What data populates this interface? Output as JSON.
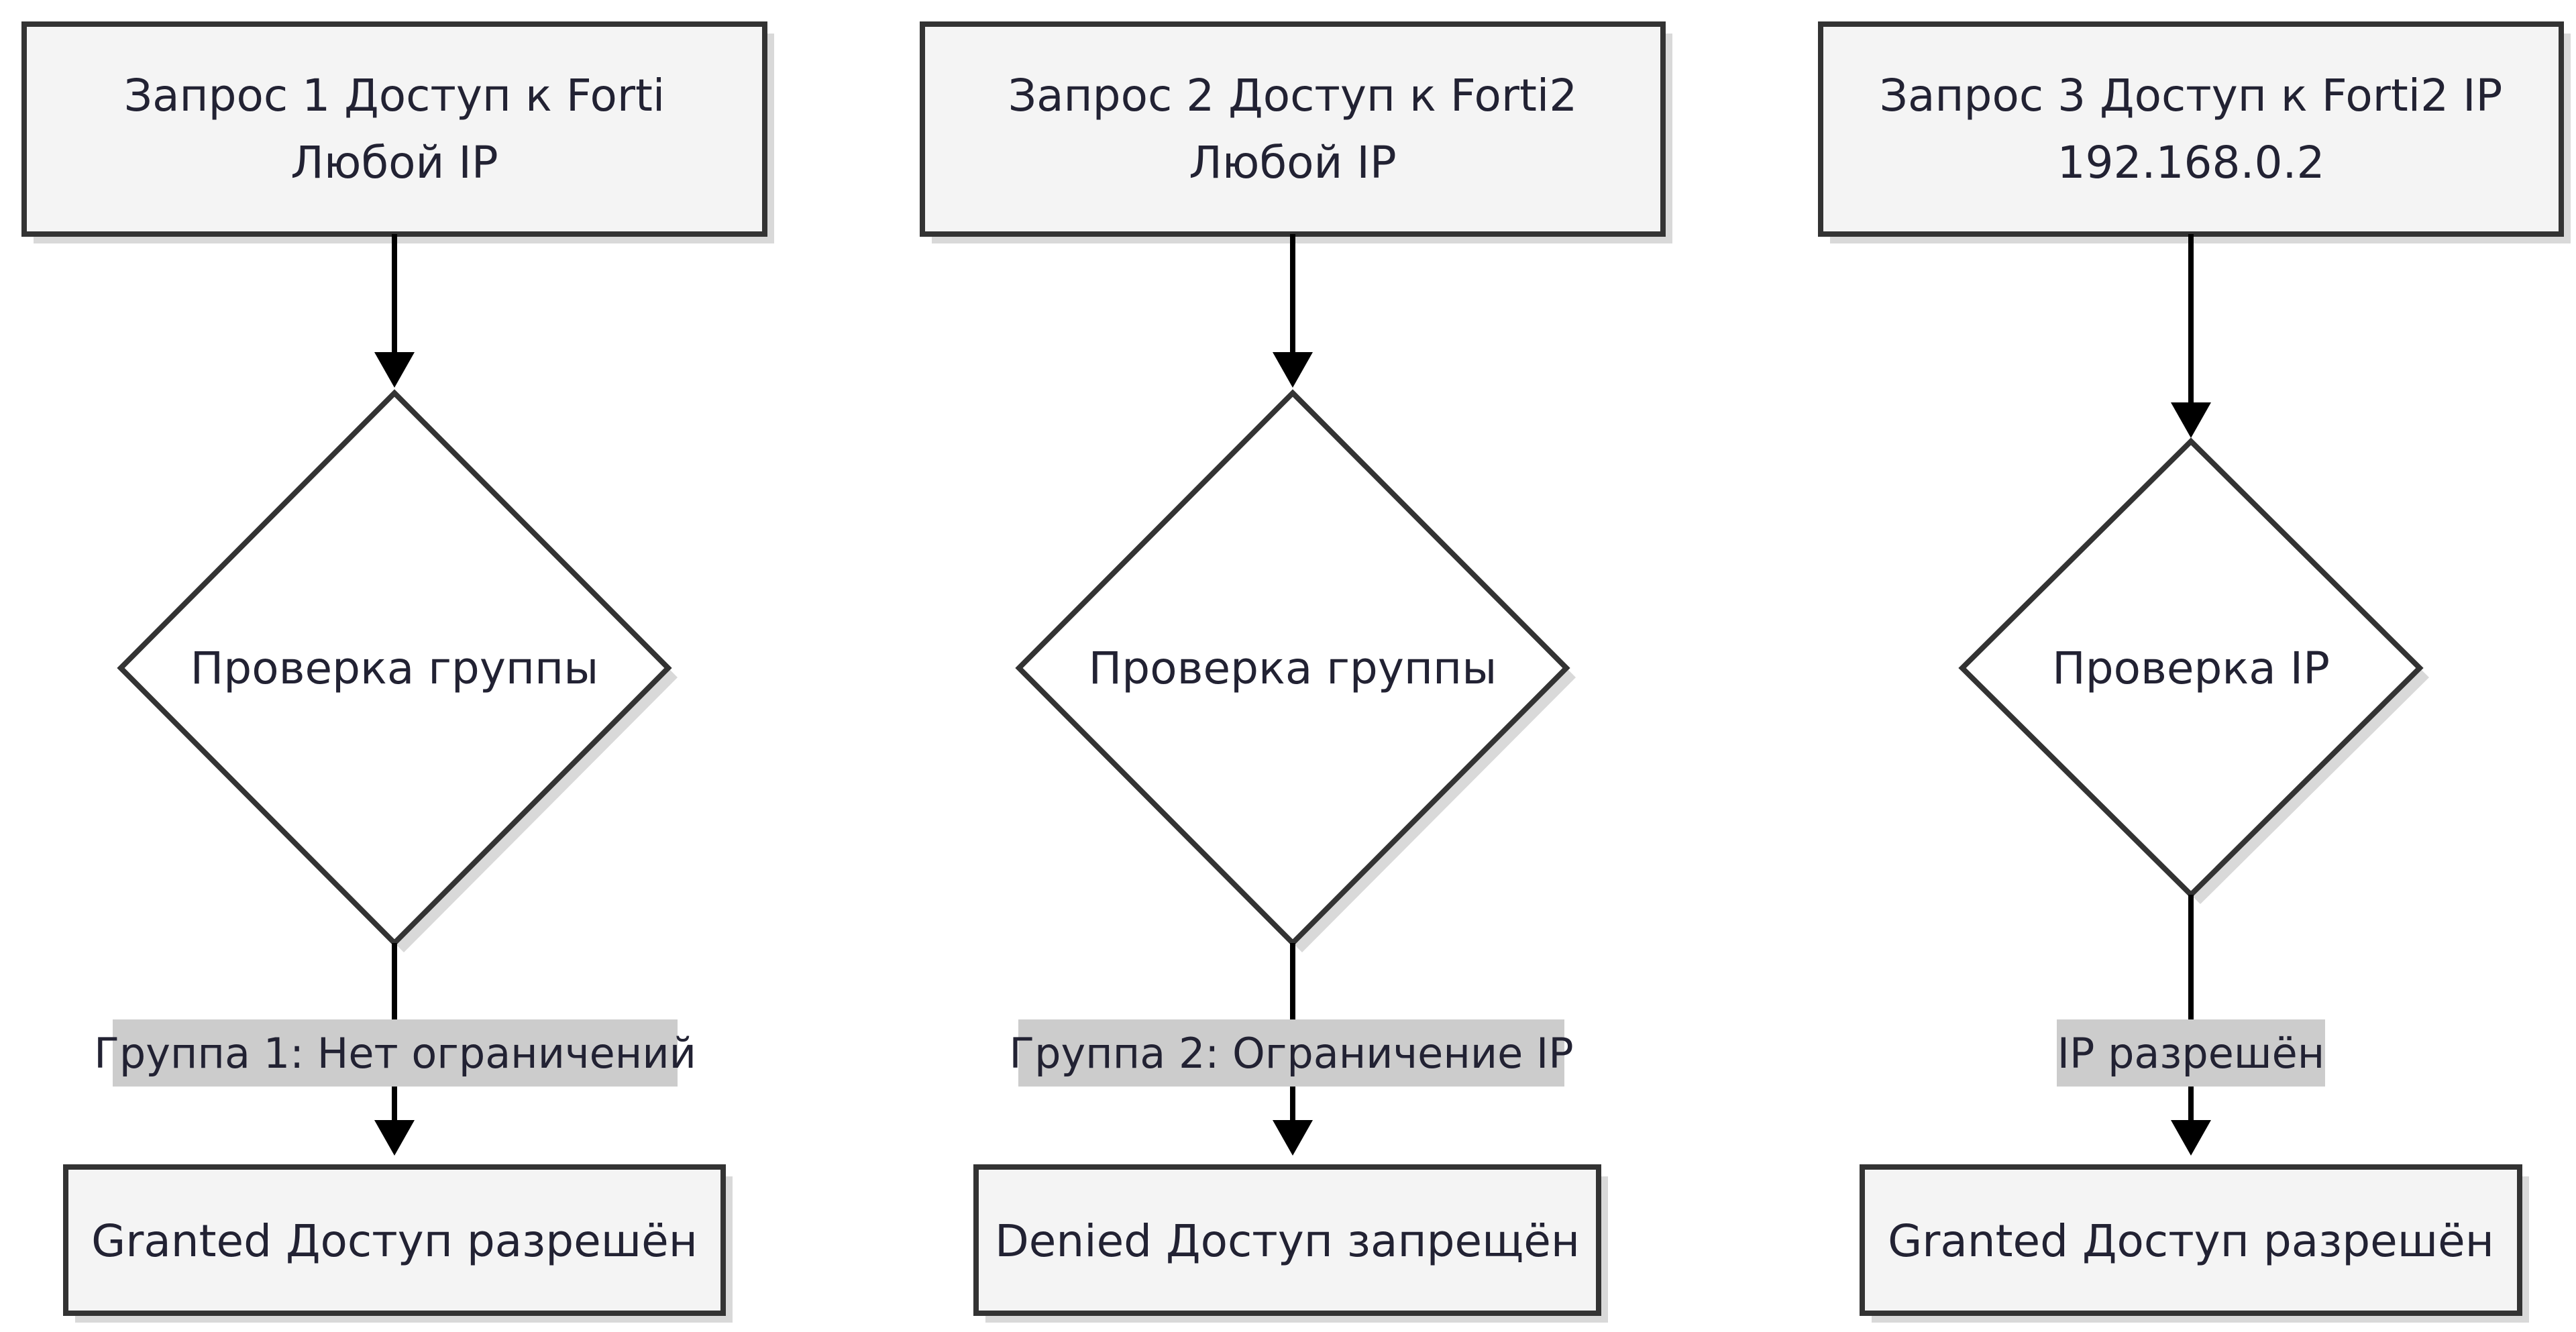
{
  "colors": {
    "node_fill": "#f4f4f4",
    "node_stroke": "#333333",
    "decision_fill": "#ffffff",
    "edge": "#000000",
    "edge_label_bg": "#cccccc",
    "text": "#222233"
  },
  "flows": [
    {
      "request": {
        "line1": "Запрос 1 Доступ к Forti",
        "line2": "Любой IP"
      },
      "decision": {
        "label": "Проверка группы"
      },
      "edge_label": "Группа 1: Нет ограничений",
      "result": {
        "label": "Granted Доступ разрешён"
      }
    },
    {
      "request": {
        "line1": "Запрос 2 Доступ к Forti2",
        "line2": "Любой IP"
      },
      "decision": {
        "label": "Проверка группы"
      },
      "edge_label": "Группа 2: Ограничение IP",
      "result": {
        "label": "Denied Доступ запрещён"
      }
    },
    {
      "request": {
        "line1": "Запрос 3 Доступ к Forti2 IP",
        "line2": "192.168.0.2"
      },
      "decision": {
        "label": "Проверка IP"
      },
      "edge_label": "IP разрешён",
      "result": {
        "label": "Granted Доступ разрешён"
      }
    }
  ]
}
